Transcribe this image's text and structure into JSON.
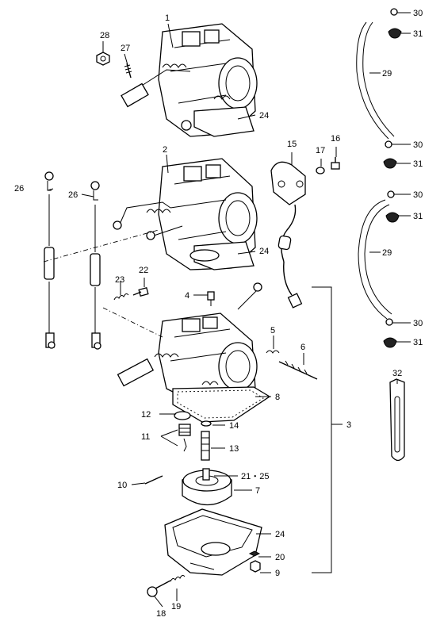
{
  "callouts": {
    "c1": "1",
    "c2": "2",
    "c3": "3",
    "c4": "4",
    "c5": "5",
    "c6": "6",
    "c7": "7",
    "c8": "8",
    "c9": "9",
    "c10": "10",
    "c11": "11",
    "c12": "12",
    "c13": "13",
    "c14": "14",
    "c15": "15",
    "c16": "16",
    "c17": "17",
    "c18": "18",
    "c19": "19",
    "c20": "20",
    "c21_25": "21・25",
    "c22": "22",
    "c23": "23",
    "c24a": "24",
    "c24b": "24",
    "c24c": "24",
    "c26a": "26",
    "c26b": "26",
    "c27": "27",
    "c28": "28",
    "c29a": "29",
    "c29b": "29",
    "c30a": "30",
    "c30b": "30",
    "c30c": "30",
    "c30d": "30",
    "c31a": "31",
    "c31b": "31",
    "c31c": "31",
    "c31d": "31",
    "c32": "32"
  }
}
